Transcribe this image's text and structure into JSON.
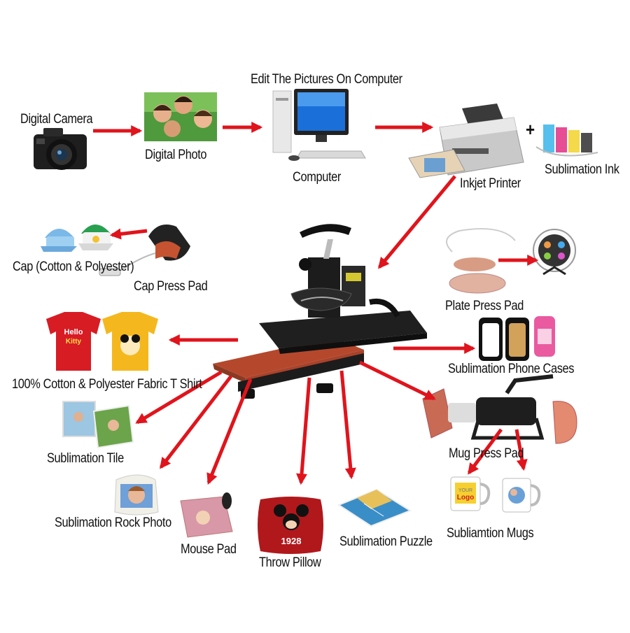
{
  "labels": {
    "digital_camera": "Digital Camera",
    "digital_photo": "Digital Photo",
    "edit_pictures": "Edit The Pictures On Computer",
    "computer": "Computer",
    "inkjet_printer": "Inkjet Printer",
    "sublimation_ink": "Sublimation Ink",
    "plus_sign": "+",
    "cap": "Cap (Cotton & Polyester)",
    "cap_press_pad": "Cap Press Pad",
    "plate_press_pad": "Plate Press Pad",
    "tshirt": "100% Cotton & Polyester Fabric T Shirt",
    "phone_cases": "Sublimation Phone Cases",
    "sublimation_tile": "Sublimation Tile",
    "mug_press_pad": "Mug Press Pad",
    "rock_photo": "Sublimation Rock Photo",
    "mouse_pad": "Mouse Pad",
    "throw_pillow": "Throw Pillow",
    "puzzle": "Sublimation Puzzle",
    "mugs": "Subliamtion Mugs"
  },
  "product_text": {
    "tshirt_print_line1": "Hello",
    "tshirt_print_line2": "Kitty",
    "pillow_number": "1928",
    "mug_logo_line1": "YOUR",
    "mug_logo_line2": "Logo"
  },
  "colors": {
    "arrow": "#e0141c",
    "press_platen": "#b5482c",
    "press_body": "#1c1c1c",
    "text": "#111111"
  }
}
